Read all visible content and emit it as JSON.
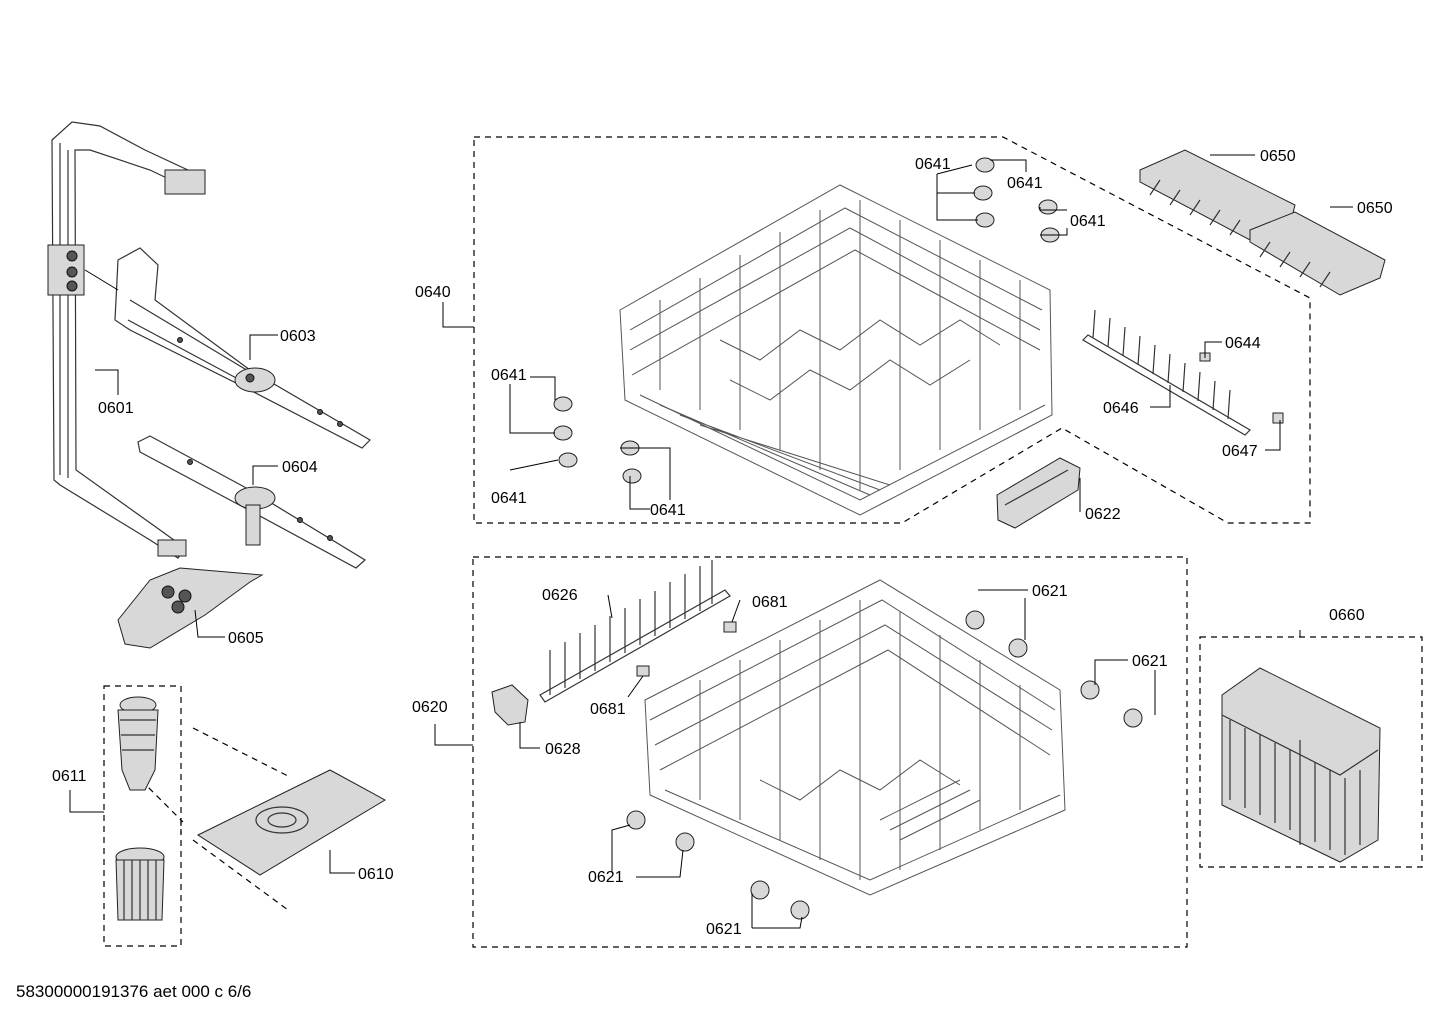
{
  "labels": {
    "p0601": "0601",
    "p0603": "0603",
    "p0604": "0604",
    "p0605": "0605",
    "p0610": "0610",
    "p0611": "0611",
    "p0620": "0620",
    "p0621": "0621",
    "p0622": "0622",
    "p0626": "0626",
    "p0628": "0628",
    "p0640": "0640",
    "p0641": "0641",
    "p0644": "0644",
    "p0646": "0646",
    "p0647": "0647",
    "p0650": "0650",
    "p0660": "0660",
    "p0681": "0681"
  },
  "footer": "58300000191376 aet 000 c 6/6"
}
